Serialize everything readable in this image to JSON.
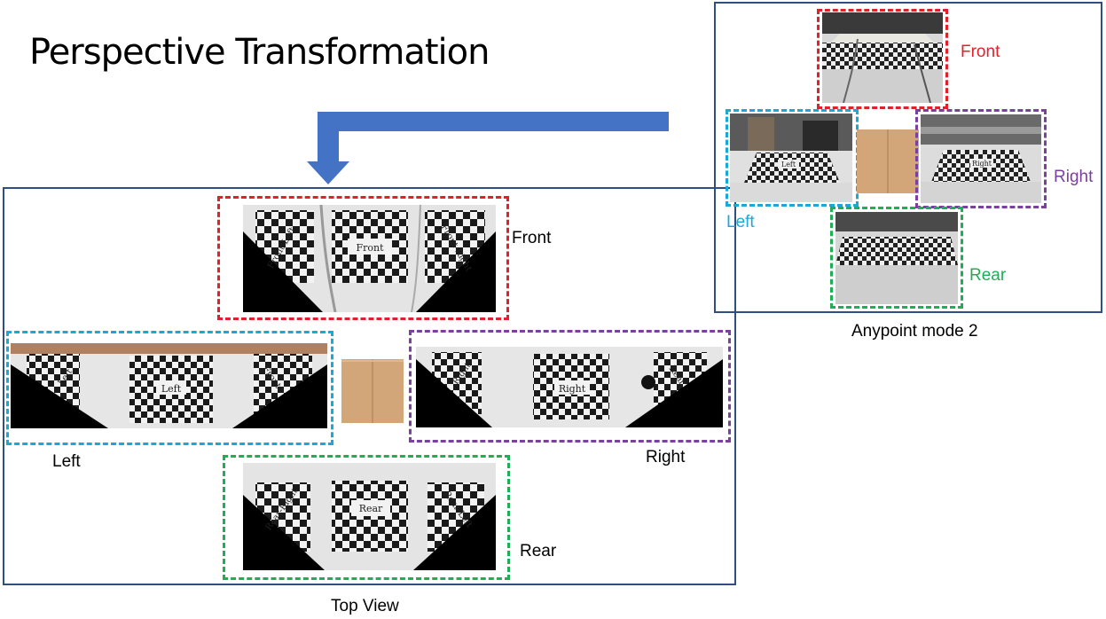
{
  "slide": {
    "title": "Perspective Transformation"
  },
  "top_view": {
    "caption": "Top View",
    "labels": {
      "front": "Front",
      "left": "Left",
      "right": "Right",
      "rear": "Rear"
    },
    "board_text": {
      "front": [
        "Front-Left",
        "Front",
        "Front-Right"
      ],
      "left": [
        "Left",
        "Left",
        "Front"
      ],
      "right": [
        "Right",
        "Right",
        "Rear"
      ],
      "rear": [
        "Rear-Right",
        "Rear",
        "Rear-Left"
      ]
    }
  },
  "anypoint": {
    "caption": "Anypoint mode 2",
    "labels": {
      "front": "Front",
      "left": "Left",
      "right": "Right",
      "rear": "Rear"
    },
    "board_text": {
      "left": "Left",
      "right": "Right"
    }
  },
  "colors": {
    "front": "#e0202a",
    "left": "#1aa8d8",
    "right": "#7b3fa0",
    "rear": "#1fae55",
    "arrow": "#4472c4",
    "frame": "#2f4f80",
    "cardboard": "#d2a679"
  }
}
